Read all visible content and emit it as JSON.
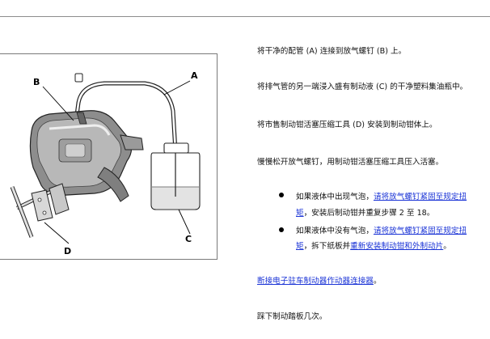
{
  "figure": {
    "callouts": {
      "a": "A",
      "b": "B",
      "c": "C",
      "d": "D"
    }
  },
  "steps": {
    "s1": "将干净的配管 (A) 连接到放气螺钉 (B) 上。",
    "s2": "将排气管的另一端浸入盛有制动液 (C) 的干净塑料集油瓶中。",
    "s3": "将市售制动钳活塞压缩工具 (D) 安装到制动钳体上。",
    "s4": "慢慢松开放气螺钉，用制动钳活塞压缩工具压入活塞。",
    "bullet1": {
      "prefix": "如果液体中出现气泡，",
      "link": "请将放气螺钉紧固至规定扭",
      "link2": "矩",
      "rest": "，安装后制动钳并重复步骤 2 至 18。"
    },
    "bullet2": {
      "prefix": "如果液体中没有气泡，",
      "link": "请将放气螺钉紧固至规定扭",
      "link2": "矩",
      "mid": "，拆下纸板并",
      "link3": "重新安装制动钳和外制动片",
      "end": "。"
    },
    "s5": {
      "link": "断接电子驻车制动器作动器连接器",
      "end": "。"
    },
    "s6": "踩下制动踏板几次。"
  }
}
